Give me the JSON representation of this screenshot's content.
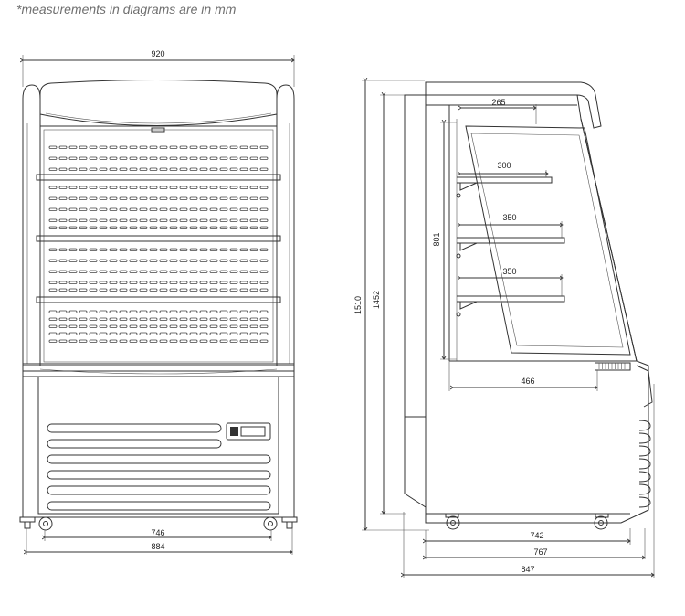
{
  "note": "*measurements in diagrams are in mm",
  "front": {
    "width_total": "920",
    "width_inner": "746",
    "width_base": "884"
  },
  "side": {
    "height_total": "1510",
    "height_cabinet": "1452",
    "display_height": "801",
    "top_depth": "265",
    "shelf1": "300",
    "shelf2": "350",
    "shelf3": "350",
    "deck_depth": "466",
    "depth_1": "742",
    "depth_2": "767",
    "depth_3": "847"
  }
}
